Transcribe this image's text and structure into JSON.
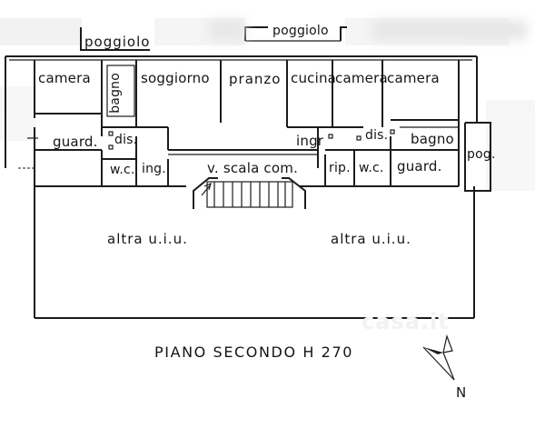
{
  "rooms": {
    "poggiolo_left": "poggiolo",
    "poggiolo_right": "poggiolo",
    "camera_left": "camera",
    "bagno_left": "bagno",
    "soggiorno": "soggiorno",
    "pranzo": "pranzo",
    "cucina": "cucina",
    "camera_mid": "camera",
    "camera_right": "camera",
    "guard_left": "guard.",
    "dis_left": "dis.",
    "ingr": "ingr",
    "dis_right": "dis.",
    "bagno_right": "bagno",
    "pog": "pog.",
    "wc_left": "w.c.",
    "ing": "ing.",
    "scala": "v. scala com.",
    "rip": "rip.",
    "wc_right": "w.c.",
    "guard_right": "guard.",
    "altra_left": "altra u.i.u.",
    "altra_right": "altra u.i.u."
  },
  "caption": "PIANO SECONDO  H 270",
  "north": "N",
  "watermark": "casa.it"
}
